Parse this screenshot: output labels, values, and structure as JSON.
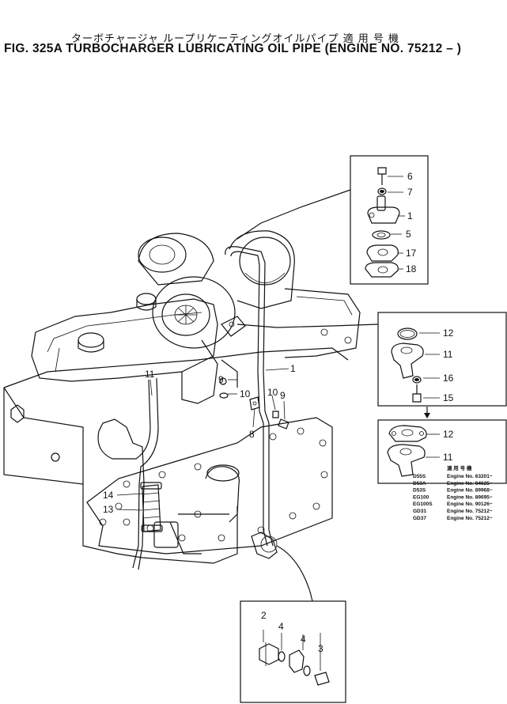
{
  "title_jp": "ターボチャージャ ループリケーティングオイルパイプ 適 用 号 機",
  "title_en": "FIG. 325A  TURBOCHARGER LUBRICATING OIL PIPE (ENGINE NO. 75212 – )",
  "callouts": {
    "c6": "6",
    "c7": "7",
    "c1a": "1",
    "c5": "5",
    "c17": "17",
    "c18": "18",
    "c12a": "12",
    "c11a": "11",
    "c16": "16",
    "c15": "15",
    "c12b": "12",
    "c11b": "11",
    "c11c": "11",
    "c1b": "1",
    "c9a": "9",
    "c10a": "10",
    "c10b": "10",
    "c9b": "9",
    "c8": "8",
    "c14": "14",
    "c13": "13",
    "c2": "2",
    "c4a": "4",
    "c4b": "4",
    "c3": "3"
  },
  "applicability": {
    "heading": "適 用 号 機",
    "rows": [
      {
        "model": "D55S",
        "engine": "Engine No. 63201~"
      },
      {
        "model": "D53A",
        "engine": "Engine No. 84625~"
      },
      {
        "model": "D53S",
        "engine": "Engine No. 89968~"
      },
      {
        "model": "EG100",
        "engine": "Engine No. 89695~"
      },
      {
        "model": "EG100S",
        "engine": "Engine No. 90126~"
      },
      {
        "model": "GD31",
        "engine": "Engine No. 75212~"
      },
      {
        "model": "GD37",
        "engine": "Engine No. 75212~"
      }
    ]
  }
}
